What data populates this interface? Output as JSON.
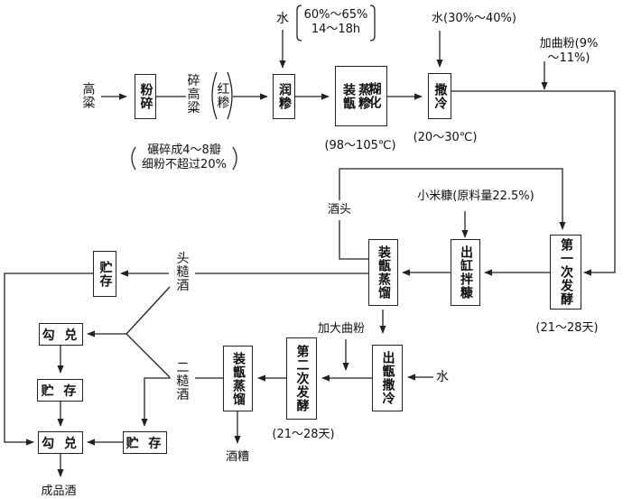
{
  "inputs": {
    "raw_material": "高粱",
    "crushed": "碎高粱",
    "red_grain": "红糁",
    "water1": "水",
    "water1_cond": "60%～65%\n14～18h",
    "crush_spec": "碾碎成4～8瓣\n细粉不超过20%",
    "steam_temp": "(98～105℃)",
    "water2": "水(30%～40%)",
    "cool_temp": "(20～30℃)",
    "koji1": "加曲粉(9%～11%)",
    "head": "酒头",
    "bran": "小米糠(原料量22.5%)",
    "ferm1_time": "(21～28天)",
    "first_liquor": "头糙酒",
    "second_liquor": "二糙酒",
    "koji2": "加大曲粉",
    "water3": "水",
    "ferm2_time": "(21～28天)",
    "spent_grain": "酒糟",
    "product": "成品酒"
  },
  "boxes": {
    "crush": "粉碎",
    "moisten": "润糁",
    "steam": "装甑\n蒸糁",
    "gelatinize": "糊化",
    "cool1": "撒冷",
    "ferm1": "第一次发酵",
    "mix_bran": "出缸拌糠",
    "distill1": "装甑蒸馏",
    "store1": "贮存",
    "blend1": "勾 兑",
    "store2": "贮 存",
    "blend2": "勾 兑",
    "store3": "贮 存",
    "distill2": "装甑蒸馏",
    "ferm2": "第二次发酵",
    "cool2": "出甑撒冷"
  }
}
